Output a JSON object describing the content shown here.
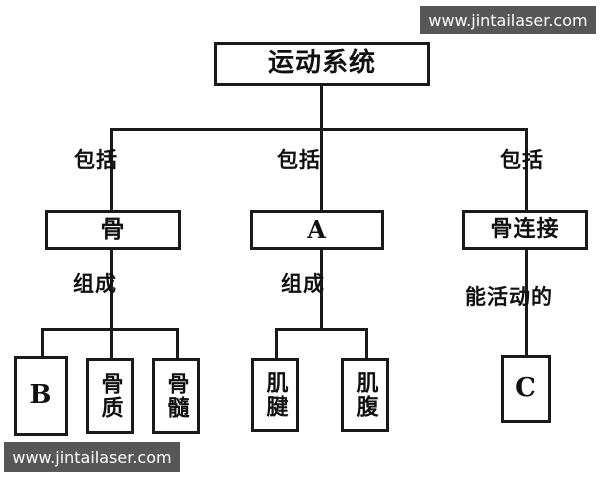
{
  "diagram": {
    "title": "运动系统",
    "root": {
      "id": "root",
      "label": "运动系统"
    },
    "edge_labels": {
      "includes_left": "包括",
      "includes_middle": "包括",
      "includes_right": "包括",
      "composed_left": "组成",
      "composed_middle": "组成",
      "movable_right": "能活动的"
    },
    "level2": [
      {
        "id": "bone",
        "label": "骨"
      },
      {
        "id": "muscle-a",
        "label": "A"
      },
      {
        "id": "bone-joint",
        "label": "骨连接"
      }
    ],
    "level3": [
      {
        "id": "answer-b",
        "label": "B"
      },
      {
        "id": "bone-tissue",
        "label": "骨质"
      },
      {
        "id": "bone-marrow",
        "label": "骨髓"
      },
      {
        "id": "tendon",
        "label": "肌腱"
      },
      {
        "id": "muscle-belly",
        "label": "肌腹"
      },
      {
        "id": "answer-c",
        "label": "C"
      }
    ]
  },
  "watermark": {
    "top_text": "www.jintailaser.com",
    "bottom_text": "www.jintailaser.com",
    "background_color": "#575757",
    "text_color": "#ffffff"
  },
  "colors": {
    "page_background": "#ffffff",
    "line_color": "#1a1a1a",
    "box_border": "#1a1a1a",
    "box_fill": "#ffffff",
    "text_color": "#111111"
  }
}
